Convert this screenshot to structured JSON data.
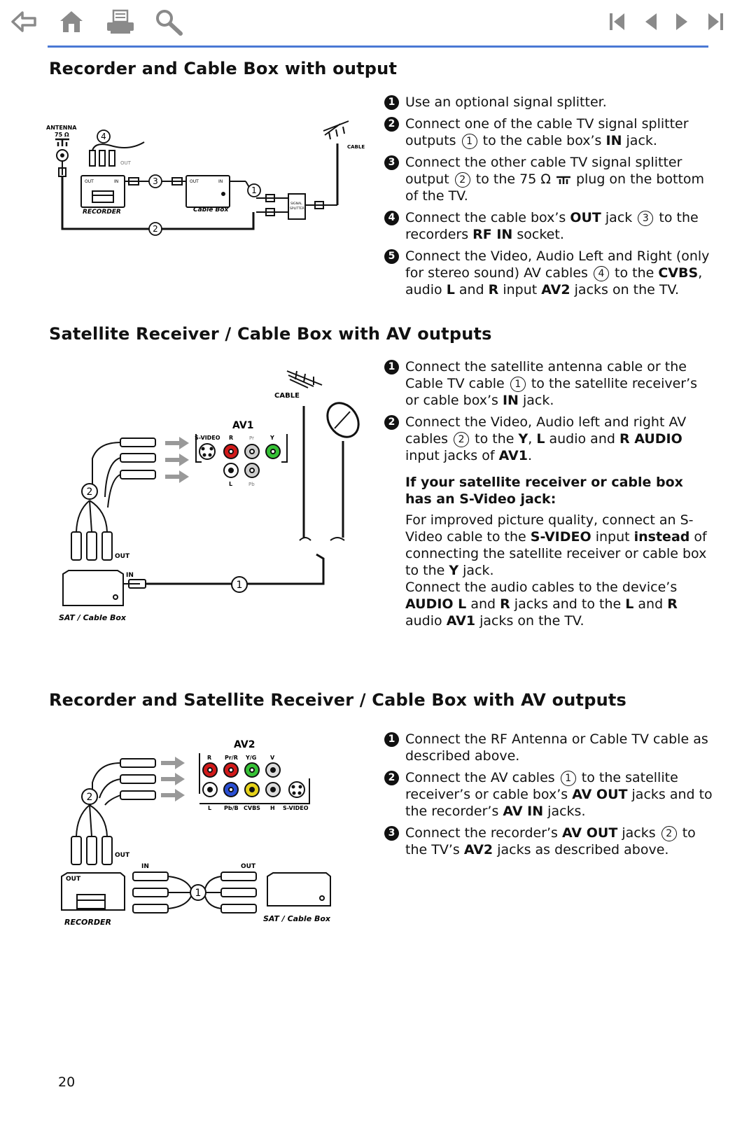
{
  "nav": {
    "left": [
      {
        "name": "back-arrow-icon"
      },
      {
        "name": "home-icon"
      },
      {
        "name": "printer-icon"
      },
      {
        "name": "search-icon"
      }
    ],
    "right": [
      {
        "name": "first-page-icon"
      },
      {
        "name": "previous-page-icon"
      },
      {
        "name": "next-page-icon"
      },
      {
        "name": "last-page-icon"
      }
    ],
    "icon_color": "#8a8a8a",
    "rule_color": "#4a78d4"
  },
  "sections": [
    {
      "title": "Recorder and Cable Box with output",
      "diagram_labels": {
        "antenna": "ANTENNA",
        "ohm": "75 Ω",
        "out_small": "OUT",
        "out": "OUT",
        "in": "IN",
        "out2": "OUT",
        "in2": "IN",
        "recorder": "RECORDER",
        "cable_box": "Cable Box",
        "cable": "CABLE",
        "signal": "SIGNAL",
        "splitter": "SPLITTER",
        "callouts": [
          "1",
          "2",
          "3",
          "4"
        ]
      },
      "steps": [
        "Use an optional signal splitter.",
        "Connect one of the cable TV signal splitter outputs",
        "Connect the other cable TV signal splitter output",
        "Connect the cable box’s",
        "Connect the Video,  Audio Left and Right (only for stereo sound) AV cables"
      ]
    },
    {
      "title": "Satellite Receiver / Cable Box with AV outputs",
      "diagram_labels": {
        "cable": "CABLE",
        "av1": "AV1",
        "svideo": "S-VIDEO",
        "r": "R",
        "pr": "Pr",
        "y": "Y",
        "l": "L",
        "pb": "Pb",
        "out": "OUT",
        "in": "IN",
        "device": "SAT / Cable Box",
        "callouts": [
          "1",
          "2"
        ]
      },
      "note_heading": "If your satellite receiver or cable box has an S-Video jack:"
    },
    {
      "title": "Recorder and Satellite Receiver / Cable Box with AV outputs",
      "diagram_labels": {
        "av2": "AV2",
        "r": "R",
        "prr": "Pr/R",
        "yg": "Y/G",
        "v": "V",
        "l": "L",
        "pbb": "Pb/B",
        "cvbs": "CVBS",
        "h": "H",
        "svideo": "S-VIDEO",
        "out": "OUT",
        "in": "IN",
        "out2": "OUT",
        "out3": "OUT",
        "recorder": "RECORDER",
        "device": "SAT / Cable Box",
        "callouts": [
          "1",
          "2"
        ]
      }
    }
  ],
  "text": {
    "s1": {
      "n1": "1",
      "n2": "2",
      "n3": "3",
      "n4": "4",
      "n5": "5",
      "s1": "Use an optional signal splitter.",
      "s2a": "Connect one of the cable TV signal splitter outputs",
      "c1": "1",
      "s2b": "to the cable box’s",
      "in": "IN",
      "s2c": "jack.",
      "s3a": "Connect the other cable TV signal splitter output",
      "c2": "2",
      "s3b": "to the 75 Ω",
      "s3c": "plug on the bottom of the TV.",
      "s4a": "Connect the cable box’s",
      "out": "OUT",
      "s4b": "jack",
      "c3": "3",
      "s4c": "to the recorders",
      "rfin": "RF IN",
      "s4d": "socket.",
      "s5a": "Connect the Video,  Audio Left and Right (only for stereo sound) AV cables",
      "c4": "4",
      "s5b": "to the",
      "cvbs": "CVBS",
      "s5c": ", audio",
      "l": "L",
      "s5d": "and",
      "r": "R",
      "s5e": "input",
      "av2": "AV2",
      "s5f": "jacks on the TV."
    },
    "s2": {
      "n1": "1",
      "n2": "2",
      "t1a": "Connect the satellite antenna cable or the Cable TV cable",
      "c1": "1",
      "t1b": "to the satellite receiver’s or cable box’s",
      "in": "IN",
      "t1c": "jack.",
      "t2a": "Connect the Video, Audio left and right AV cables",
      "c2": "2",
      "t2b": "to the",
      "y": "Y",
      "comma": ",",
      "l": "L",
      "t2c": "audio and",
      "raudio": "R AUDIO",
      "t2d": "input jacks of",
      "av1": "AV1",
      "dot": ".",
      "note_h": "If your satellite receiver or cable box has an S-Video jack:",
      "p1a": "For improved picture quality, connect an S-Video cable to the",
      "svideo": "S-VIDEO",
      "p1b": "input",
      "instead": "instead",
      "p1c": "of connecting the satellite receiver or cable box to the",
      "y2": "Y",
      "p1d": "jack.",
      "p2a": "Connect the audio cables to the device’s",
      "audiol": "AUDIO L",
      "p2b": "and",
      "r": "R",
      "p2c": "jacks and to the",
      "l2": "L",
      "p2d": " and",
      "r2": "R",
      "p2e": "audio",
      "av1b": "AV1",
      "p2f": "jacks on the TV."
    },
    "s3": {
      "n1": "1",
      "n2": "2",
      "n3": "3",
      "t1": "Connect the RF Antenna or Cable TV cable as described above.",
      "t2a": "Connect the AV cables",
      "c1": "1",
      "t2b": "to the satellite receiver’s or cable box’s",
      "avout": "AV OUT",
      "t2c": "jacks and to the recorder’s",
      "avin": "AV IN",
      "t2d": "jacks.",
      "t3a": "Connect the recorder’s",
      "avout2": "AV OUT",
      "t3b": "jacks",
      "c2": "2",
      "t3c": "to the TV’s",
      "av2": "AV2",
      "t3d": "jacks as described above."
    }
  },
  "page_number": "20"
}
